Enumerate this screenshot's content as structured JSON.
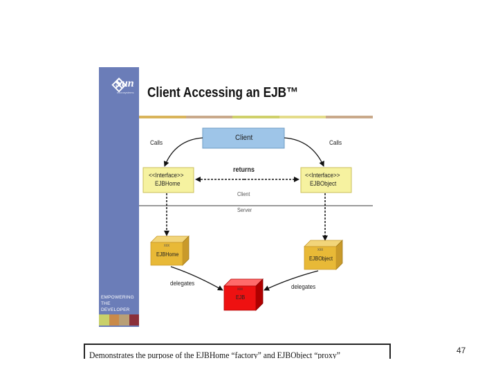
{
  "slide": {
    "logo": "Sun",
    "logo_sub": "microsystems",
    "title": "Client Accessing an EJB™",
    "sidebar_slogan_line1": "EMPOWERING",
    "sidebar_slogan_line2": "THE DEVELOPER",
    "sidebar_squares": [
      "#c9d06a",
      "#c98a4a",
      "#b89f76",
      "#8b2f3a"
    ],
    "title_bar_colors": [
      "#d9b45a",
      "#c9a98a",
      "#cfd06a",
      "#e4dc8a",
      "#c9a98a"
    ]
  },
  "diagram": {
    "client_box": "Client",
    "calls_left": "Calls",
    "calls_right": "Calls",
    "returns": "returns",
    "ejbhome_interface_line1": "<<Interface>>",
    "ejbhome_interface_line2": "EJBHome",
    "ejbobject_interface_line1": "<<Interface>>",
    "ejbobject_interface_line2": "EJBObject",
    "client_side": "Client",
    "server_side": "Server",
    "ejbhome_cube_top": "xxx",
    "ejbhome_cube_label": "EJBHome",
    "ejbobject_cube_top": "xxx",
    "ejbobject_cube_label": "EJBObject",
    "ejb_cube_top": "xxx",
    "ejb_cube_label": "EJB",
    "delegates_left": "delegates",
    "delegates_right": "delegates"
  },
  "caption": "Demonstrates the purpose of the EJBHome “factory” and EJBObject “proxy”",
  "page_number": "47"
}
